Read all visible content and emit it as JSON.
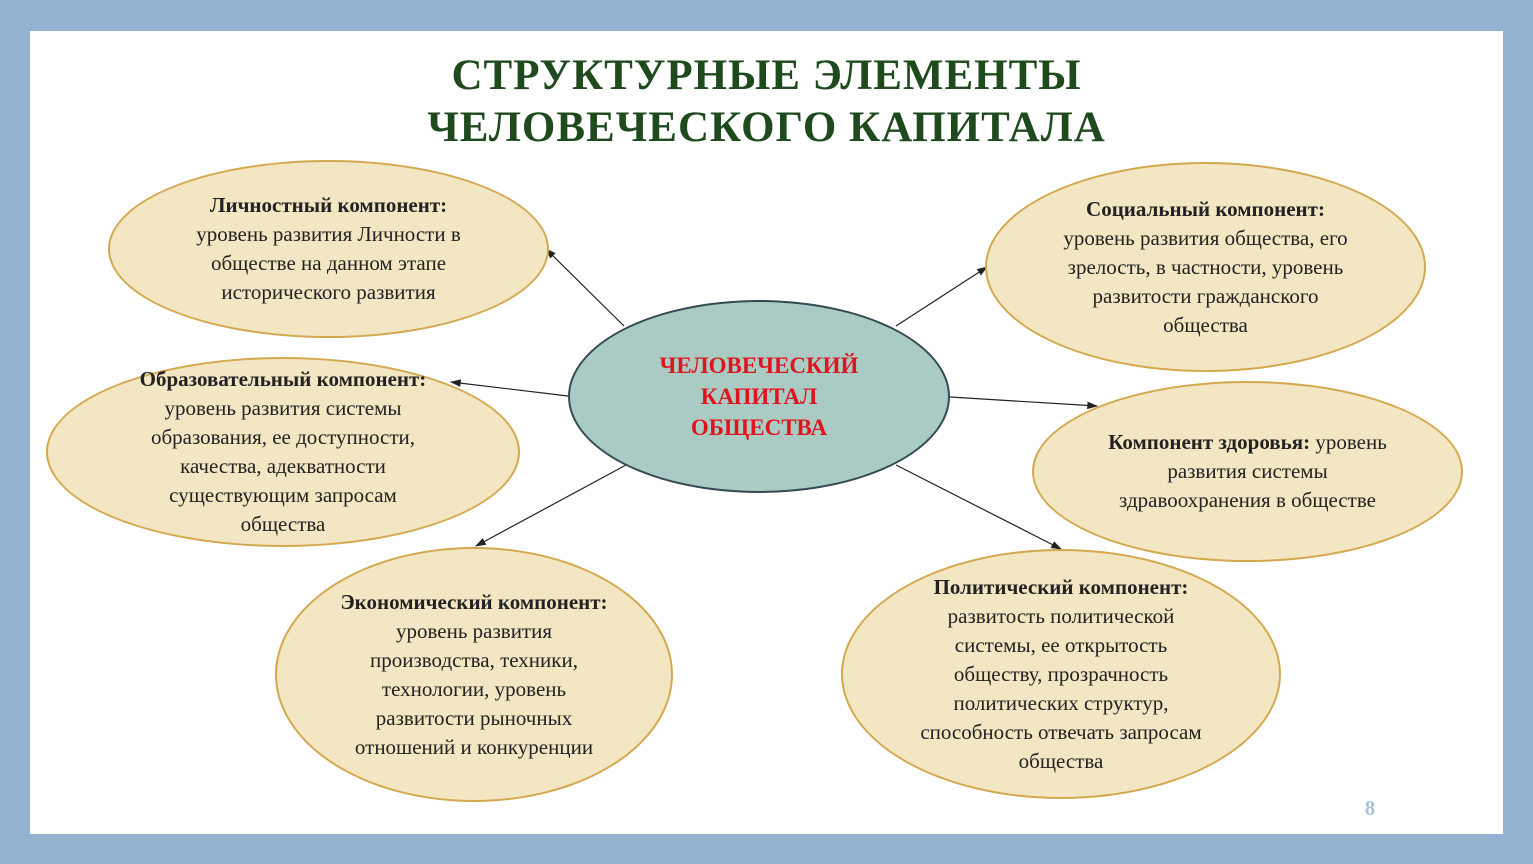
{
  "title": {
    "line1": "СТРУКТУРНЫЕ ЭЛЕМЕНТЫ",
    "line2": "ЧЕЛОВЕЧЕСКОГО КАПИТАЛА"
  },
  "center": {
    "line1": "ЧЕЛОВЕЧЕСКИЙ",
    "line2": "КАПИТАЛ",
    "line3": "ОБЩЕСТВА"
  },
  "nodes": {
    "personal": {
      "label": "Личностный компонент:",
      "text": "уровень развития Личности в обществе на данном этапе исторического развития"
    },
    "educational": {
      "label": "Образовательный компонент:",
      "text": "уровень развития системы образования, ее доступности, качества, адекватности существующим запросам общества"
    },
    "economic": {
      "label": "Экономический компонент:",
      "text": "уровень развития производства, техники, технологии, уровень развитости рыночных отношений и конкуренции"
    },
    "social": {
      "label": "Социальный компонент:",
      "text": "уровень развития общества, его зрелость, в частности, уровень развитости гражданского общества"
    },
    "health": {
      "label": "Компонент здоровья:",
      "text": "уровень развития системы здравоохранения в обществе"
    },
    "political": {
      "label": "Политический компонент:",
      "text": "развитость политической системы, ее открытость обществу, прозрачность политических структур, способность отвечать запросам общества"
    }
  },
  "page_number": "8",
  "colors": {
    "frame": "#93b3d1",
    "title": "#1e4a1e",
    "center_fill": "#a9cbc3",
    "center_text": "#e0141e",
    "node_fill": "#f2e6c3",
    "node_border": "#d4a84f"
  }
}
